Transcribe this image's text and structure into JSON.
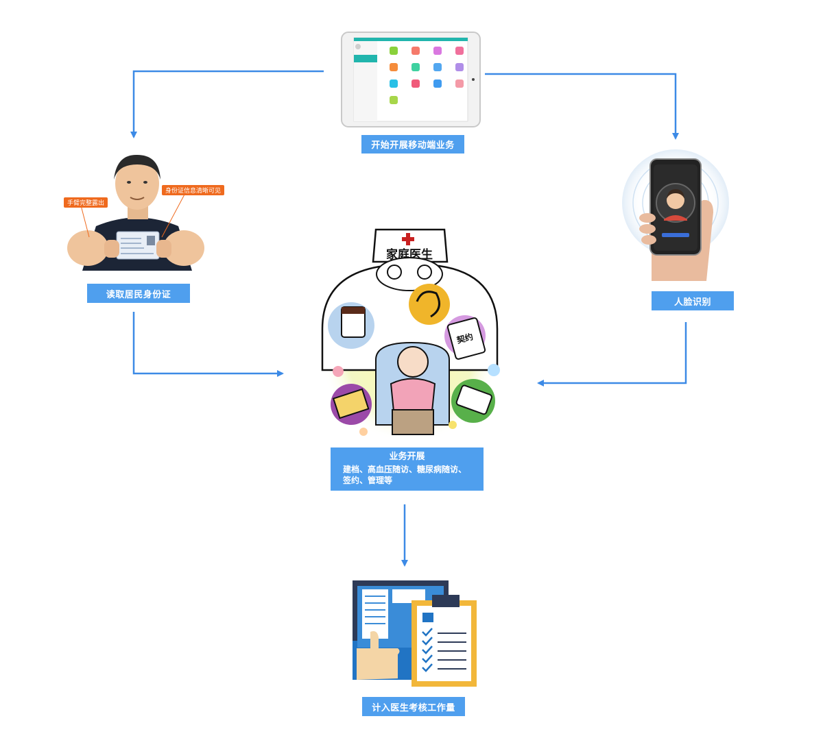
{
  "colors": {
    "arrow": "#3c8ae6",
    "label_bg": "#4f9fee",
    "callout_bg": "#ef6a1e"
  },
  "steps": {
    "mobile": "开始开展移动端业务",
    "idcard": "读取居民身份证",
    "face": "人脸识别",
    "business_title": "业务开展",
    "business_detail_1": "建档、高血压随访、糖尿病随访、",
    "business_detail_2": "签约、管理等",
    "workload": "计入医生考核工作量"
  },
  "callouts": {
    "arm": "手臂完整露出",
    "idinfo": "身份证信息清晰可见"
  },
  "doctor_hat": "家庭医生",
  "contract_label": "契约",
  "icons": [
    "tablet-icon",
    "id-card-person-icon",
    "face-scan-phone-icon",
    "family-doctor-illustration",
    "workload-report-icon"
  ]
}
